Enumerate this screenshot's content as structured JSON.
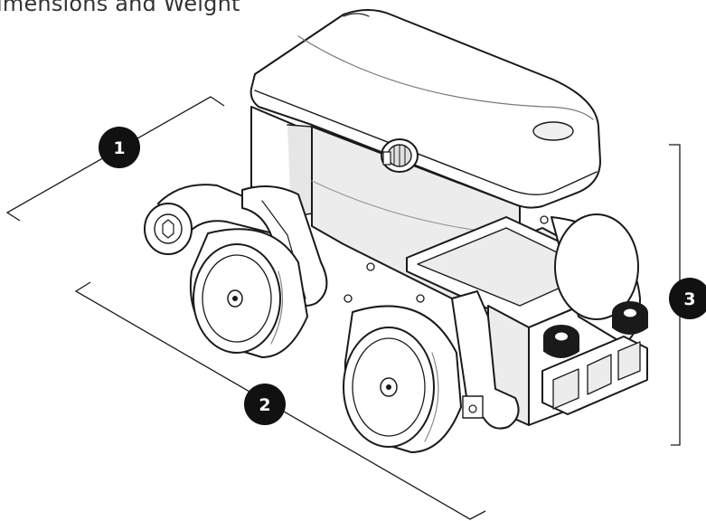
{
  "heading": "imensions and Weight",
  "callouts": [
    {
      "label": "1"
    },
    {
      "label": "2"
    },
    {
      "label": "3"
    }
  ],
  "colors": {
    "line": "#1a1a1a",
    "fill": "#ffffff",
    "shade": "#e6e6e6",
    "badge": "#111111"
  }
}
